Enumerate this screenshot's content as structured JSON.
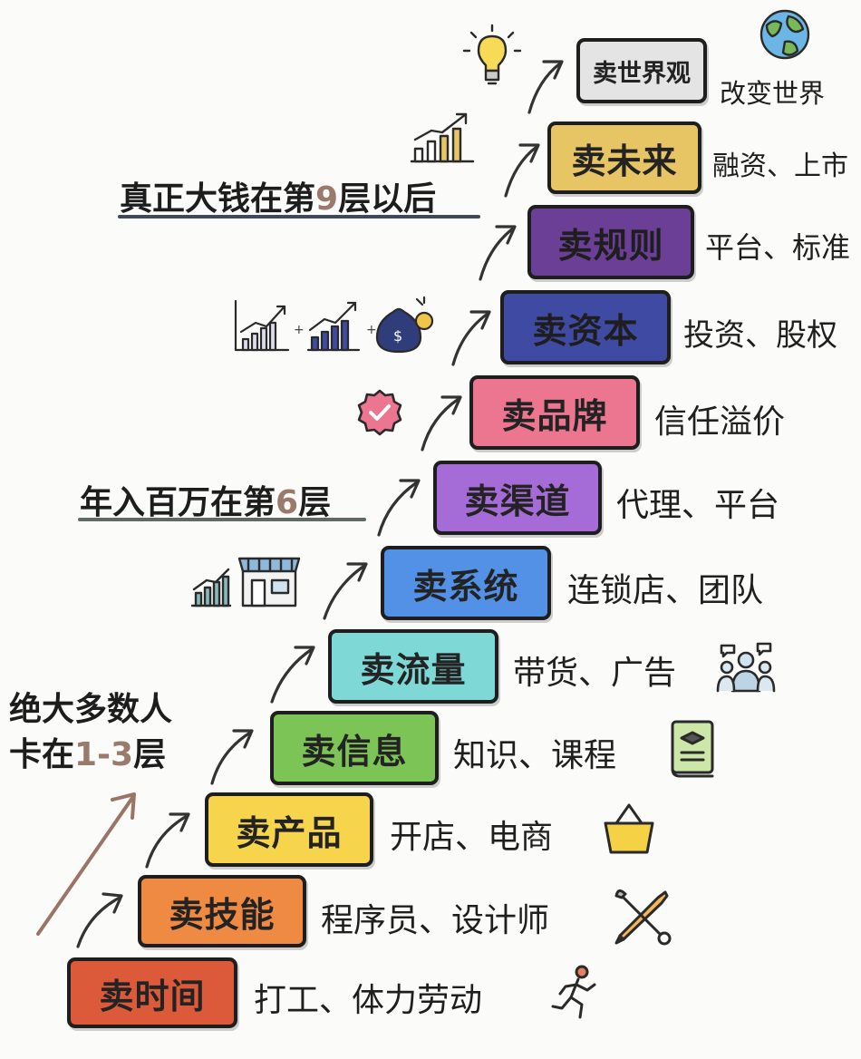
{
  "steps": [
    {
      "label": "卖时间",
      "desc": "打工、体力劳动",
      "color": "#dc5a3a",
      "icon": "running-person-icon"
    },
    {
      "label": "卖技能",
      "desc": "程序员、设计师",
      "color": "#ef8a42",
      "icon": "wrench-pencil-icon"
    },
    {
      "label": "卖产品",
      "desc": "开店、电商",
      "color": "#f6d44c",
      "icon": "basket-icon"
    },
    {
      "label": "卖信息",
      "desc": "知识、课程",
      "color": "#7cc456",
      "icon": "book-icon"
    },
    {
      "label": "卖流量",
      "desc": "带货、广告",
      "color": "#7ed8d6",
      "icon": "audience-icon"
    },
    {
      "label": "卖系统",
      "desc": "连锁店、团队",
      "color": "#5391e6",
      "icon": "store-chart-icon"
    },
    {
      "label": "卖渠道",
      "desc": "代理、平台",
      "color": "#a56bd6",
      "icon": ""
    },
    {
      "label": "卖品牌",
      "desc": "信任溢价",
      "color": "#ec7590",
      "icon": "badge-check-icon"
    },
    {
      "label": "卖资本",
      "desc": "投资、股权",
      "color": "#3f4aa2",
      "icon": "charts-money-icon"
    },
    {
      "label": "卖规则",
      "desc": "平台、标准",
      "color": "#6a3f95",
      "icon": ""
    },
    {
      "label": "卖未来",
      "desc": "融资、上市",
      "color": "#e7c565",
      "icon": "growth-chart-icon"
    },
    {
      "label": "卖世界观",
      "desc": "改变世界",
      "color": "#e4e4e4",
      "icon": "lightbulb-globe-icon"
    }
  ],
  "notes": {
    "top": {
      "pre": "真正大钱在第",
      "num": "9",
      "post": "层以后"
    },
    "mid": {
      "pre": "年入百万在第",
      "num": "6",
      "post": "层"
    },
    "bottom": {
      "line1": "绝大多数人",
      "pre": "卡在",
      "num": "1-3",
      "post": "层"
    }
  }
}
